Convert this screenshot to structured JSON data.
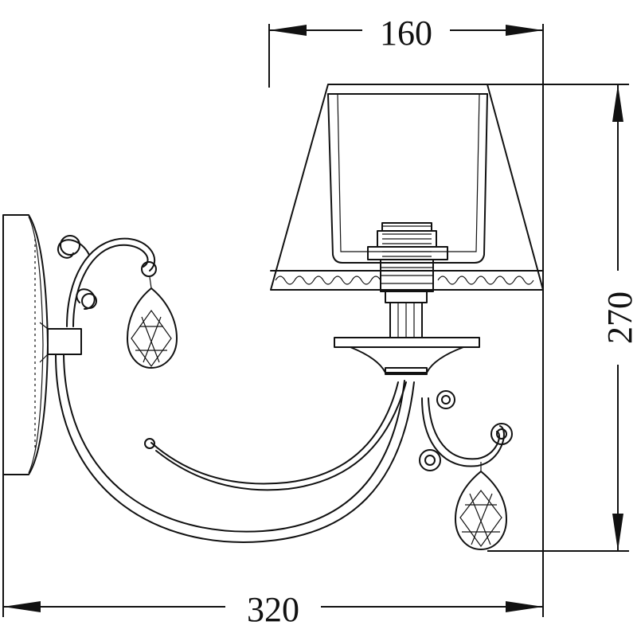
{
  "dimensions": {
    "width_top": "160",
    "height_right": "270",
    "width_bottom": "320"
  },
  "colors": {
    "line": "#111111",
    "background": "#ffffff"
  }
}
